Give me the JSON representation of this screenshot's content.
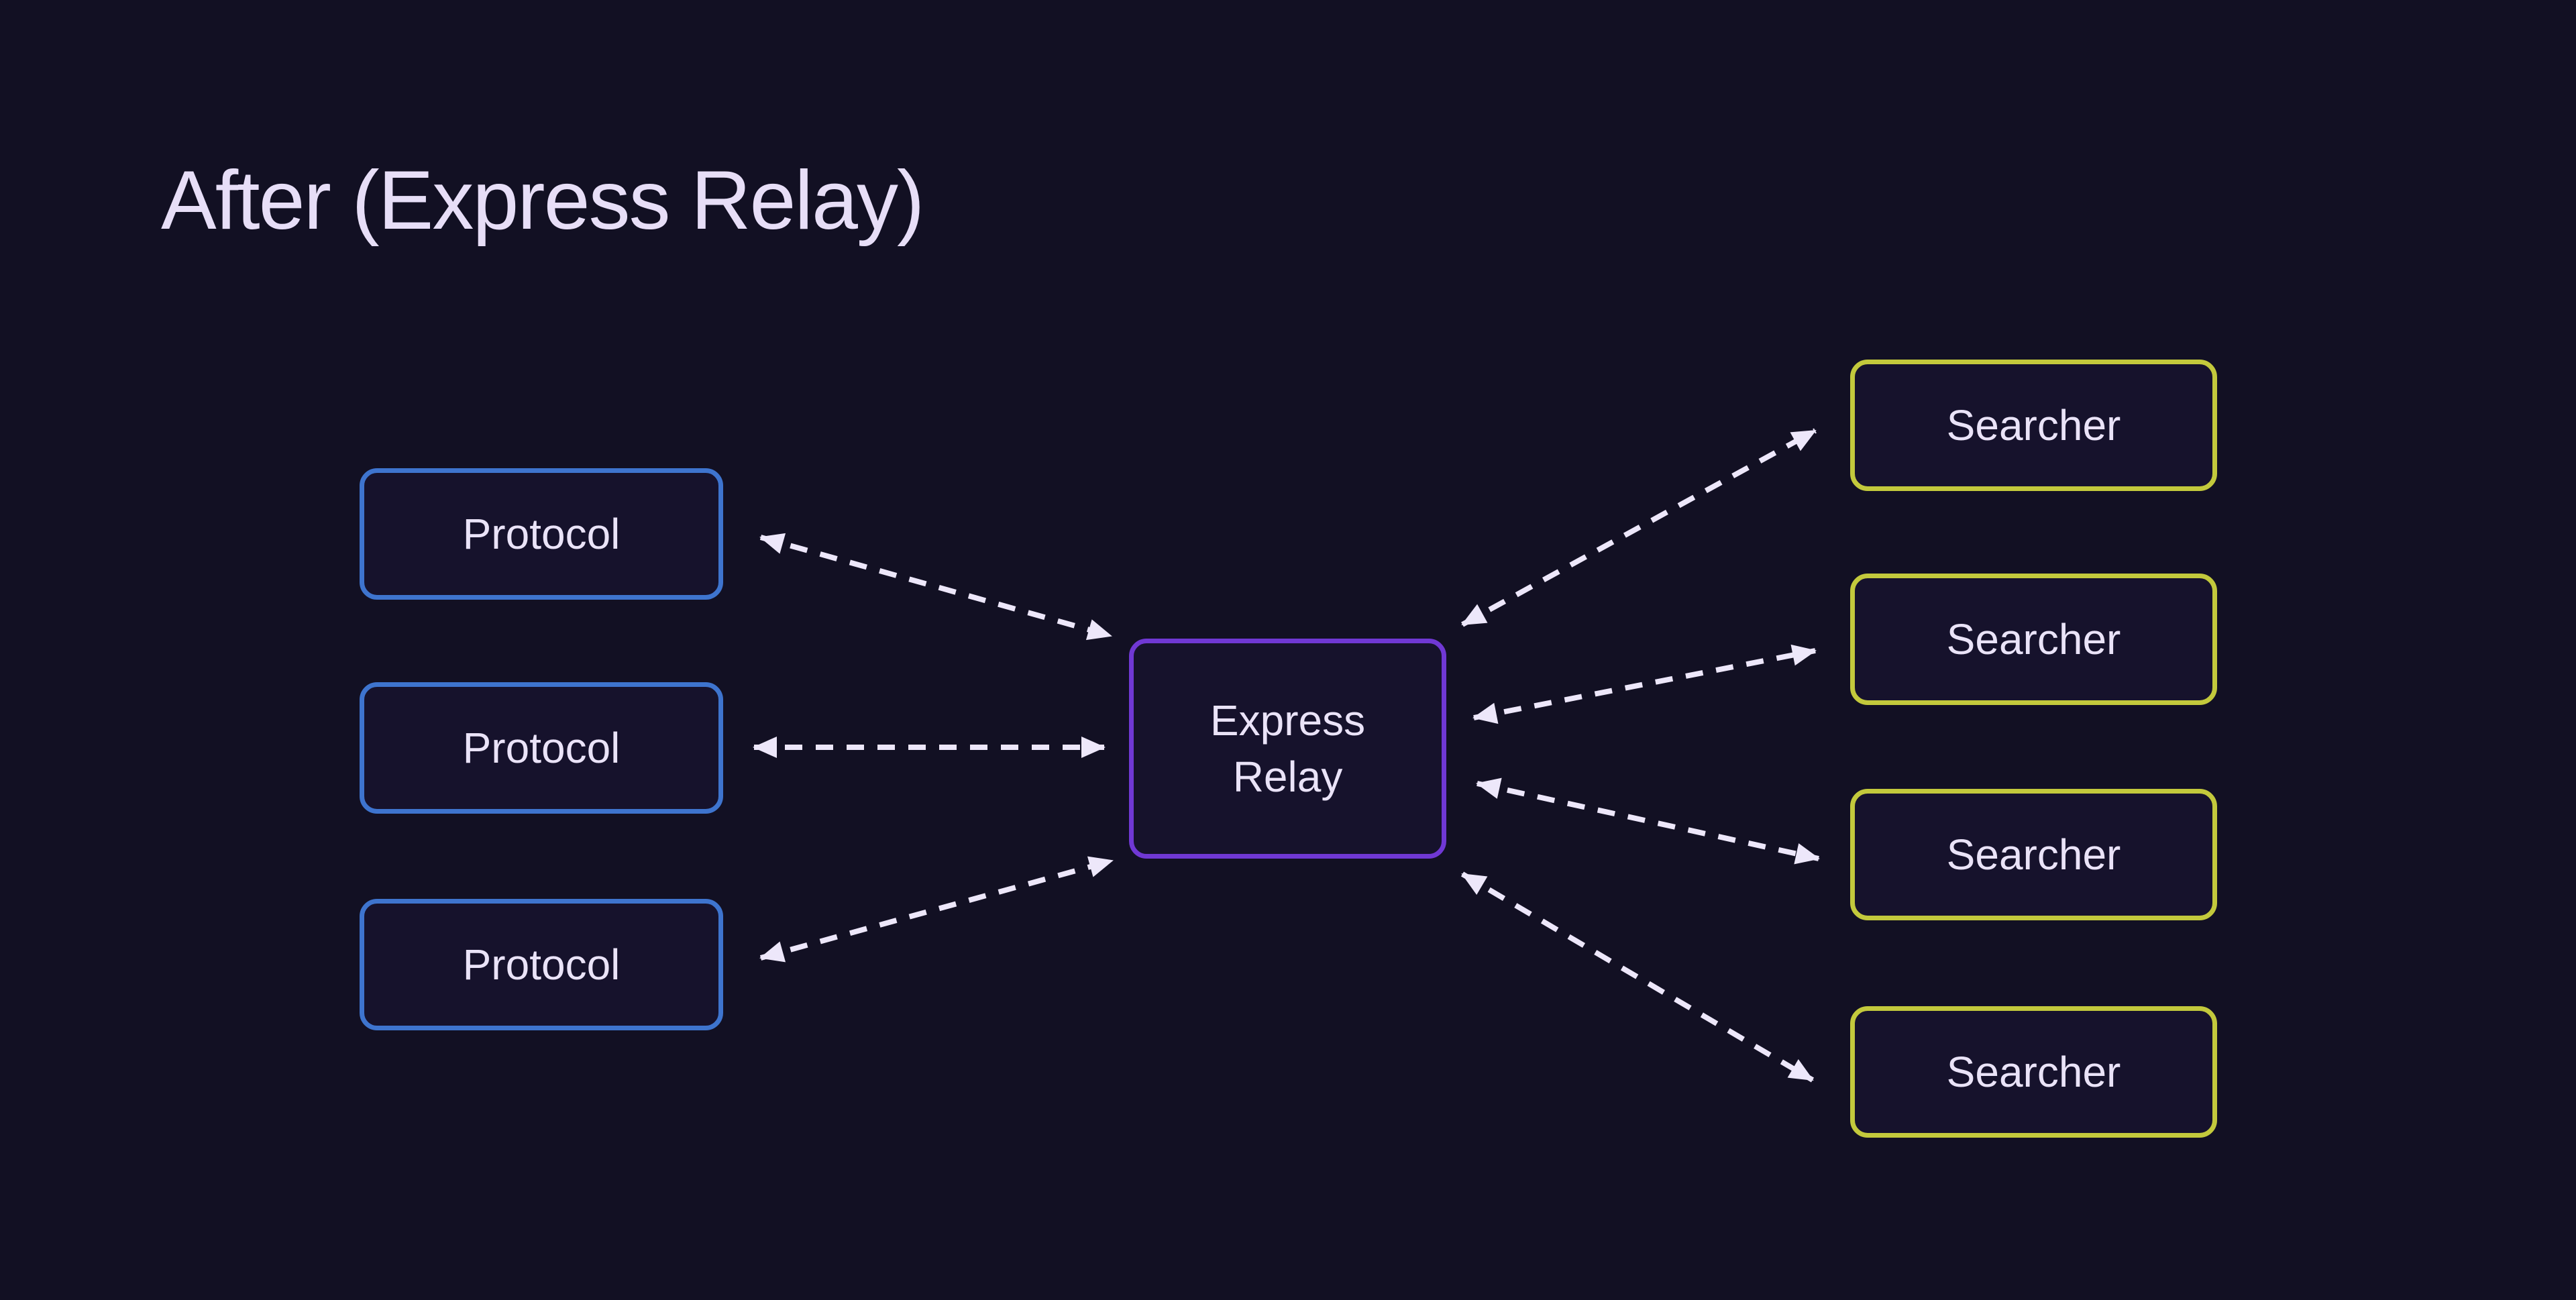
{
  "title": "After (Express Relay)",
  "colors": {
    "background": "#121023",
    "node_fill": "#16122c",
    "protocol_border": "#3e74ce",
    "relay_border": "#7038d4",
    "searcher_border": "#c3c93c",
    "arrow": "#ede7fa",
    "text": "#eae3f8",
    "title": "#e7def7"
  },
  "nodes": {
    "protocols": [
      {
        "label": "Protocol"
      },
      {
        "label": "Protocol"
      },
      {
        "label": "Protocol"
      }
    ],
    "relay": {
      "label": "Express Relay"
    },
    "searchers": [
      {
        "label": "Searcher"
      },
      {
        "label": "Searcher"
      },
      {
        "label": "Searcher"
      },
      {
        "label": "Searcher"
      }
    ]
  },
  "edges": [
    {
      "from": "Protocol 1",
      "to": "Express Relay",
      "style": "dashed",
      "bidirectional": true
    },
    {
      "from": "Protocol 2",
      "to": "Express Relay",
      "style": "dashed",
      "bidirectional": true
    },
    {
      "from": "Protocol 3",
      "to": "Express Relay",
      "style": "dashed",
      "bidirectional": true
    },
    {
      "from": "Express Relay",
      "to": "Searcher 1",
      "style": "dashed",
      "bidirectional": true
    },
    {
      "from": "Express Relay",
      "to": "Searcher 2",
      "style": "dashed",
      "bidirectional": true
    },
    {
      "from": "Express Relay",
      "to": "Searcher 3",
      "style": "dashed",
      "bidirectional": true
    },
    {
      "from": "Express Relay",
      "to": "Searcher 4",
      "style": "dashed",
      "bidirectional": true
    }
  ]
}
